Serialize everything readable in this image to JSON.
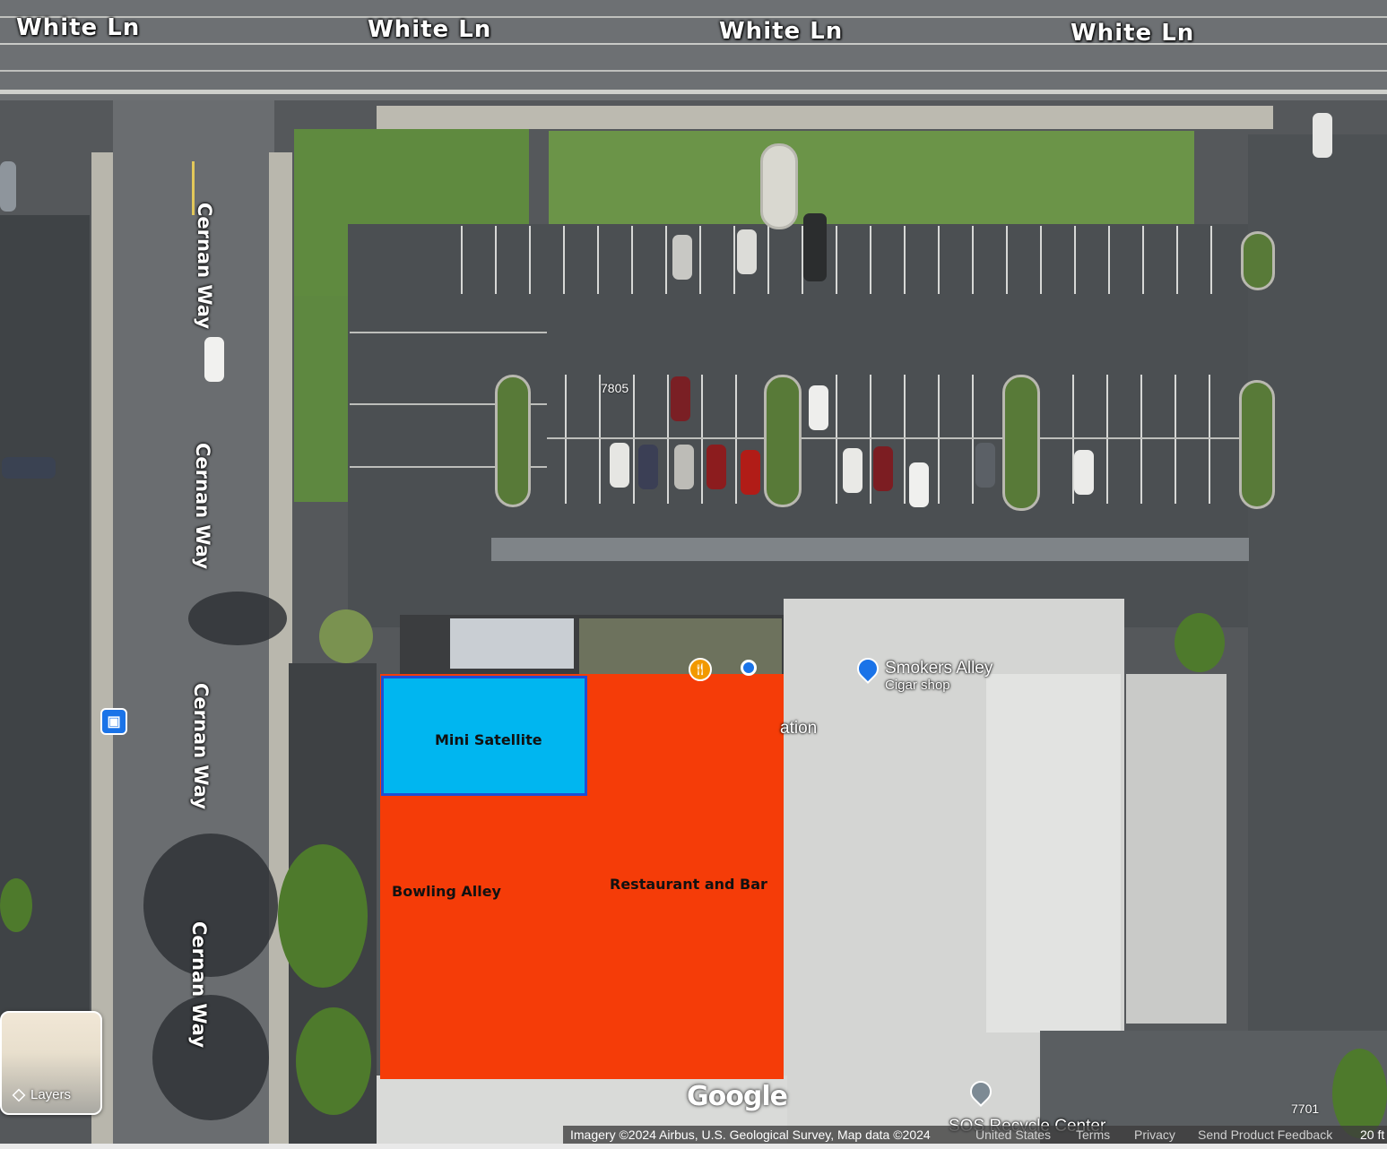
{
  "streets": {
    "horizontal": [
      "White Ln",
      "White Ln",
      "White Ln",
      "White Ln"
    ],
    "vertical": [
      "Cernan Way",
      "Cernan Way",
      "Cernan Way",
      "Cernan Way"
    ]
  },
  "overlays": {
    "mini_satellite": "Mini Satellite",
    "bowling_alley": "Bowling Alley",
    "restaurant_bar": "Restaurant and Bar",
    "orange_color": "#f53c08",
    "blue_color": "#00b6f0"
  },
  "pois": {
    "smokers_alley": {
      "name": "Smokers Alley",
      "category": "Cigar shop",
      "icon": "shopping-bag-icon"
    },
    "sos_recycle": {
      "name": "SOS Recycle Center",
      "icon": "map-pin-icon"
    },
    "partial_label": "ation",
    "food_icon": "restaurant-icon",
    "bus_icon": "bus-stop-icon"
  },
  "addresses": {
    "lot": "7805",
    "south": "7701"
  },
  "layers": {
    "label": "Layers",
    "icon": "layers-icon"
  },
  "branding": {
    "logo": "Google"
  },
  "footer": {
    "imagery": "Imagery ©2024 Airbus, U.S. Geological Survey, Map data ©2024",
    "region": "United States",
    "terms": "Terms",
    "privacy": "Privacy",
    "feedback": "Send Product Feedback",
    "scale": "20 ft"
  }
}
